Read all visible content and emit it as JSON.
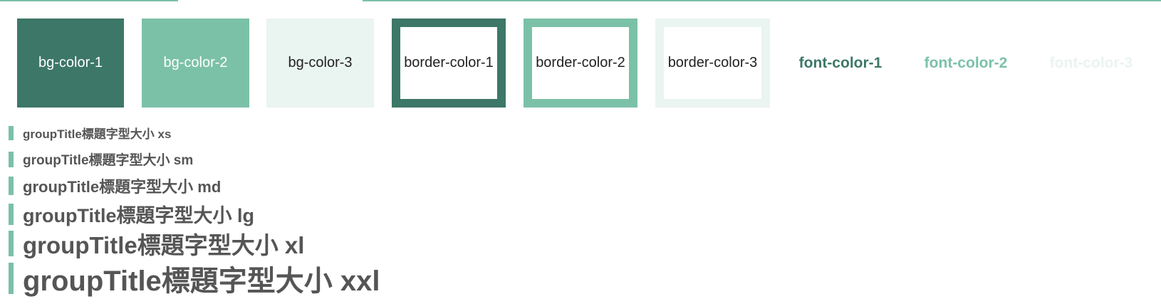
{
  "colors": {
    "color_1": "#3d7767",
    "color_2": "#7bc1a8",
    "color_3": "#eaf4f0",
    "title_text": "#555555"
  },
  "swatches": {
    "bg": [
      "bg-color-1",
      "bg-color-2",
      "bg-color-3"
    ],
    "border": [
      "border-color-1",
      "border-color-2",
      "border-color-3"
    ],
    "font": [
      "font-color-1",
      "font-color-2",
      "font-color-3"
    ]
  },
  "group_titles": [
    "groupTitle標題字型大小 xs",
    "groupTitle標題字型大小 sm",
    "groupTitle標題字型大小 md",
    "groupTitle標題字型大小 lg",
    "groupTitle標題字型大小 xl",
    "groupTitle標題字型大小 xxl"
  ]
}
